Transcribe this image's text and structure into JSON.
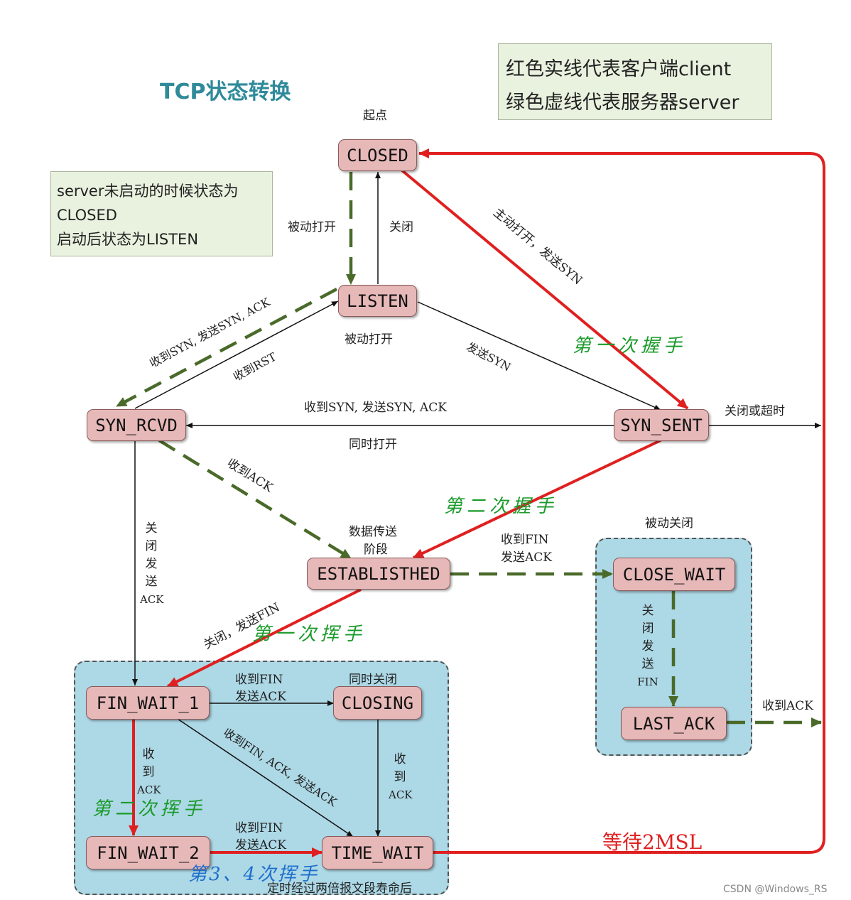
{
  "title": "TCP状态转换",
  "legend": {
    "line1": "红色实线代表客户端client",
    "line2": "绿色虚线代表服务器server"
  },
  "server_note": {
    "line1": "server未启动的时候状态为",
    "line2": "CLOSED",
    "line3": "启动后状态为LISTEN"
  },
  "states": {
    "closed": "CLOSED",
    "listen": "LISTEN",
    "syn_rcvd": "SYN_RCVD",
    "syn_sent": "SYN_SENT",
    "established": "ESTABLISTHED",
    "close_wait": "CLOSE_WAIT",
    "last_ack": "LAST_ACK",
    "fin_wait_1": "FIN_WAIT_1",
    "closing": "CLOSING",
    "fin_wait_2": "FIN_WAIT_2",
    "time_wait": "TIME_WAIT"
  },
  "labels": {
    "start": "起点",
    "passive_open_1": "被动打开",
    "close_1": "关闭",
    "active_open": "主动打开，发送SYN",
    "passive_open_2": "被动打开",
    "recv_syn_send_synack": "收到SYN, 发送SYN, ACK",
    "recv_rst": "收到RST",
    "send_syn": "发送SYN",
    "close_or_timeout": "关闭或超时",
    "simul_synack": "收到SYN, 发送SYN, ACK",
    "simul_open": "同时打开",
    "recv_ack_1": "收到ACK",
    "data_transfer": "数据传送",
    "stage": "阶段",
    "recv_fin_1": "收到FIN",
    "send_ack_1": "发送ACK",
    "passive_close": "被动关闭",
    "close_send_fin": "关闭，发送FIN",
    "recv_fin_2": "收到FIN",
    "send_ack_2": "发送ACK",
    "simul_close": "同时关闭",
    "recv_fin_ack_send_ack": "收到FIN, ACK, 发送ACK",
    "recv_fin_3": "收到FIN",
    "send_ack_3": "发送ACK",
    "recv_ack_last": "收到ACK",
    "timewait_desc": "定时经过两倍报文段寿命后",
    "wait_2msl": "等待2MSL",
    "watermark": "CSDN @Windows_RS"
  },
  "vertical_labels": {
    "close_send_ack": [
      "关",
      "闭",
      "发",
      "送",
      "ACK"
    ],
    "close_send_fin": [
      "关",
      "闭",
      "发",
      "送",
      "FIN"
    ],
    "recv_ack_a": [
      "收",
      "到",
      "ACK"
    ],
    "recv_ack_b": [
      "收",
      "到",
      "ACK"
    ]
  },
  "handshakes": {
    "first": "第一次握手",
    "second": "第二次握手",
    "wave1": "第一次挥手",
    "wave2": "第二次挥手",
    "wave34": "第3、4次挥手"
  },
  "colors": {
    "client": "#e02020",
    "server": "#4a6a2a",
    "state_fill": "#e7b8b8",
    "region": "#add8e6",
    "handshake_text": "#1a9a2a",
    "wave34_text": "#1e6fcc"
  }
}
